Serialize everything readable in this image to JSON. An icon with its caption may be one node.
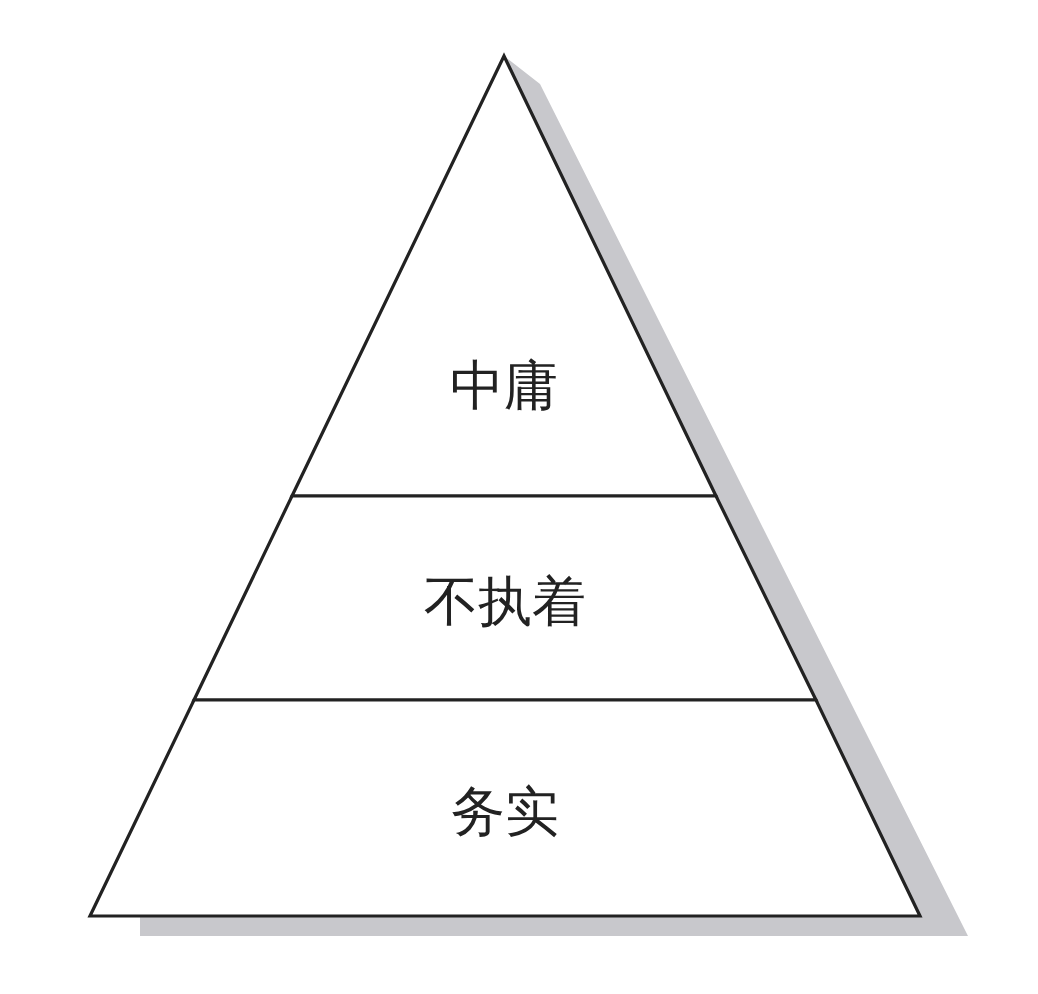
{
  "diagram": {
    "nodes": [
      {
        "text": [
          "中庸"
        ]
      },
      {
        "text": [
          "不执着"
        ]
      },
      {
        "text": [
          "务实"
        ]
      }
    ]
  }
}
